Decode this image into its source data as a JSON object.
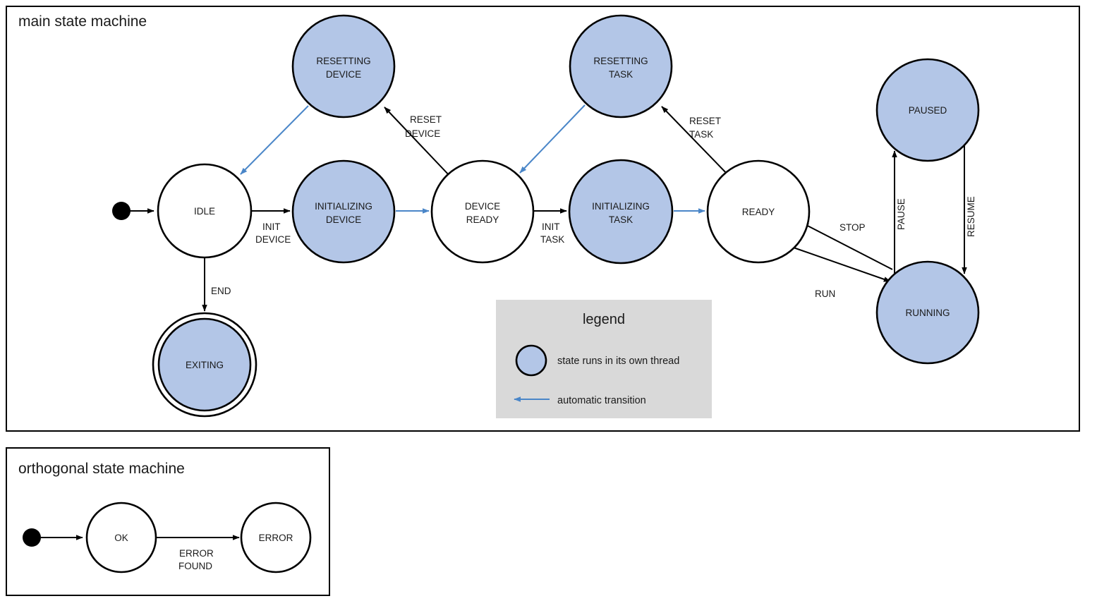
{
  "colors": {
    "thread_state_fill": "#b3c6e7",
    "plain_state_fill": "#ffffff",
    "stroke": "#000000",
    "auto_transition": "#4a86c8",
    "legend_background": "#d9d9d9",
    "page_background": "#ffffff"
  },
  "main": {
    "title": "main state machine",
    "states": [
      {
        "id": "idle",
        "label_line1": "IDLE",
        "label_line2": "",
        "threaded": false,
        "final": false
      },
      {
        "id": "resetting-device",
        "label_line1": "RESETTING",
        "label_line2": "DEVICE",
        "threaded": true,
        "final": false
      },
      {
        "id": "initializing-device",
        "label_line1": "INITIALIZING",
        "label_line2": "DEVICE",
        "threaded": true,
        "final": false
      },
      {
        "id": "device-ready",
        "label_line1": "DEVICE",
        "label_line2": "READY",
        "threaded": false,
        "final": false
      },
      {
        "id": "resetting-task",
        "label_line1": "RESETTING",
        "label_line2": "TASK",
        "threaded": true,
        "final": false
      },
      {
        "id": "initializing-task",
        "label_line1": "INITIALIZING",
        "label_line2": "TASK",
        "threaded": true,
        "final": false
      },
      {
        "id": "ready",
        "label_line1": "READY",
        "label_line2": "",
        "threaded": false,
        "final": false
      },
      {
        "id": "paused",
        "label_line1": "PAUSED",
        "label_line2": "",
        "threaded": true,
        "final": false
      },
      {
        "id": "running",
        "label_line1": "RUNNING",
        "label_line2": "",
        "threaded": true,
        "final": false
      },
      {
        "id": "exiting",
        "label_line1": "EXITING",
        "label_line2": "",
        "threaded": true,
        "final": true
      }
    ],
    "transitions": [
      {
        "from": "initial",
        "to": "idle",
        "label_line1": "",
        "label_line2": "",
        "automatic": false
      },
      {
        "from": "idle",
        "to": "initializing-device",
        "label_line1": "INIT",
        "label_line2": "DEVICE",
        "automatic": false
      },
      {
        "from": "initializing-device",
        "to": "device-ready",
        "label_line1": "",
        "label_line2": "",
        "automatic": true
      },
      {
        "from": "device-ready",
        "to": "resetting-device",
        "label_line1": "RESET",
        "label_line2": "DEVICE",
        "automatic": false
      },
      {
        "from": "resetting-device",
        "to": "idle",
        "label_line1": "",
        "label_line2": "",
        "automatic": true
      },
      {
        "from": "device-ready",
        "to": "initializing-task",
        "label_line1": "INIT",
        "label_line2": "TASK",
        "automatic": false
      },
      {
        "from": "initializing-task",
        "to": "ready",
        "label_line1": "",
        "label_line2": "",
        "automatic": true
      },
      {
        "from": "ready",
        "to": "resetting-task",
        "label_line1": "RESET",
        "label_line2": "TASK",
        "automatic": false
      },
      {
        "from": "resetting-task",
        "to": "device-ready",
        "label_line1": "",
        "label_line2": "",
        "automatic": true
      },
      {
        "from": "ready",
        "to": "running",
        "label_line1": "RUN",
        "label_line2": "",
        "automatic": false
      },
      {
        "from": "running",
        "to": "ready",
        "label_line1": "STOP",
        "label_line2": "",
        "automatic": false
      },
      {
        "from": "running",
        "to": "paused",
        "label_line1": "PAUSE",
        "label_line2": "",
        "automatic": false
      },
      {
        "from": "paused",
        "to": "running",
        "label_line1": "RESUME",
        "label_line2": "",
        "automatic": false
      },
      {
        "from": "idle",
        "to": "exiting",
        "label_line1": "END",
        "label_line2": "",
        "automatic": false
      }
    ]
  },
  "legend": {
    "title": "legend",
    "items": [
      {
        "kind": "swatch-circle",
        "text": "state runs in its own thread"
      },
      {
        "kind": "arrow",
        "text": "automatic transition"
      }
    ]
  },
  "orthogonal": {
    "title": "orthogonal state machine",
    "states": [
      {
        "id": "ok",
        "label_line1": "OK",
        "label_line2": ""
      },
      {
        "id": "error",
        "label_line1": "ERROR",
        "label_line2": ""
      }
    ],
    "transitions": [
      {
        "from": "initial",
        "to": "ok",
        "label_line1": "",
        "label_line2": ""
      },
      {
        "from": "ok",
        "to": "error",
        "label_line1": "ERROR",
        "label_line2": "FOUND"
      }
    ]
  },
  "edge_labels": {
    "init_device_1": "INIT",
    "init_device_2": "DEVICE",
    "reset_device_1": "RESET",
    "reset_device_2": "DEVICE",
    "init_task_1": "INIT",
    "init_task_2": "TASK",
    "reset_task_1": "RESET",
    "reset_task_2": "TASK",
    "run": "RUN",
    "stop": "STOP",
    "pause": "PAUSE",
    "resume": "RESUME",
    "end": "END",
    "error_found_1": "ERROR",
    "error_found_2": "FOUND"
  }
}
